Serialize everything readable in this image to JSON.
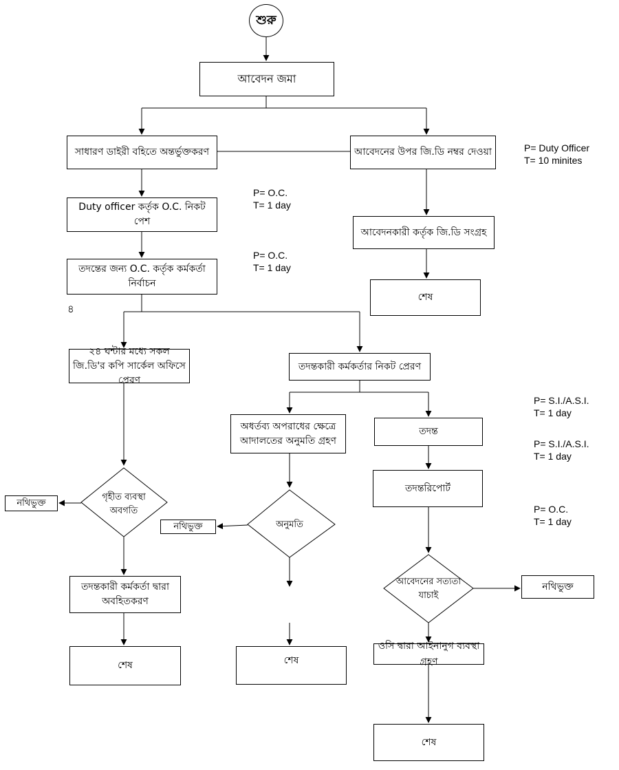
{
  "start": "শুরু",
  "nodes": {
    "submit": "আবেদন জমা",
    "general_diary": "সাধারণ ডাইরী বহিতে অন্তর্ভুক্তকরণ",
    "gd_number": "আবেদনের উপর জি.ডি নম্বর দেওয়া",
    "duty_officer_oc": "Duty officer কর্তৃক O.C. নিকট পেশ",
    "applicant_collect": "আবেদনকারী কর্তৃক জি.ডি সংগ্রহ",
    "end_1": "শেষ",
    "select_officer": "তদন্তের জন্য O.C. কর্তৃক কর্মকর্তা নির্বাচন",
    "number_4": "৪",
    "copy_circle": "২৪ ঘন্টার মধ্যে সকল জি.ডি'র কপি সার্কেল অফিসে প্রেরণ",
    "send_investigator": "তদন্তকারী কর্মকর্তার নিকট প্রেরণ",
    "court_permission": "অধর্তব্য অপরাধের ক্ষেত্রে আদালতের অনুমতি গ্রহণ",
    "investigation": "তদন্ত",
    "action_taken": "গৃহীত ব্যবস্থা অবগতি",
    "filed_1": "নথিভুক্ত",
    "permission": "অনুমতি",
    "filed_2": "নথিভুক্ত",
    "investigation_report": "তদন্তরিপোর্ট",
    "verify": "আবেদনের সত্যতা যাচাই",
    "filed_3": "নথিভুক্ত",
    "inform": "তদন্তকারী কর্মকর্তা দ্বারা অবহিতকরণ",
    "end_2": "শেষ",
    "end_3": "শেষ",
    "legal_action": "ওসি দ্বারা আইনানুগ ব্যবস্থা গ্রহণ",
    "end_4": "শেষ"
  },
  "notes": [
    {
      "p": "P= Duty Officer",
      "t": "T= 10 minites"
    },
    {
      "p": "P= O.C.",
      "t": "T= 1 day"
    },
    {
      "p": "P= O.C.",
      "t": "T= 1 day"
    },
    {
      "p": "P= S.I./A.S.I.",
      "t": "T= 1 day"
    },
    {
      "p": "P= S.I./A.S.I.",
      "t": "T= 1 day"
    },
    {
      "p": "P= O.C.",
      "t": "T= 1 day"
    }
  ]
}
